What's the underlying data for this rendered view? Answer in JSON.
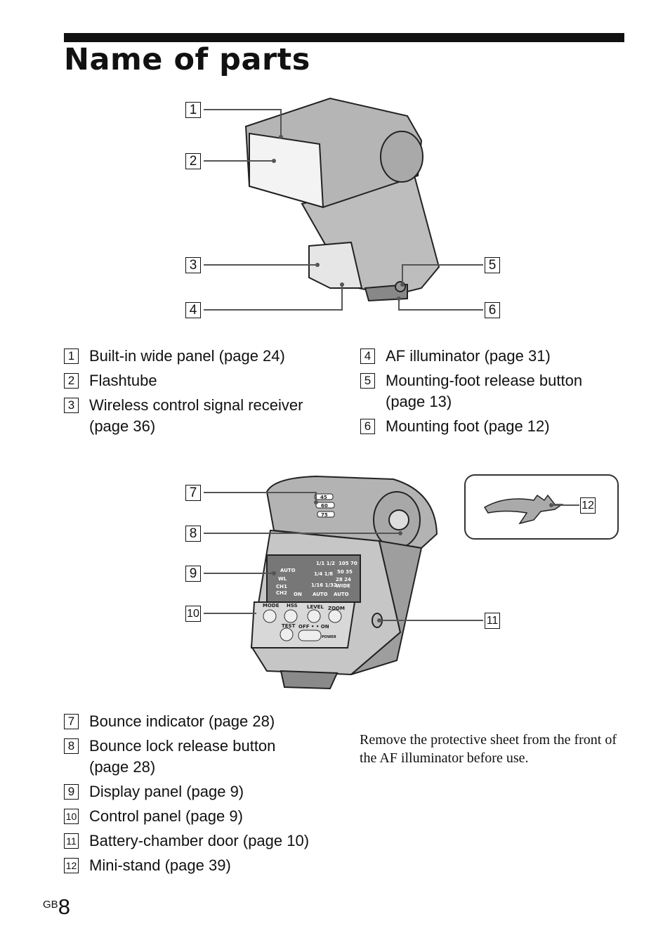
{
  "page": {
    "title": "Name of parts",
    "gb": "GB",
    "page_number": "8"
  },
  "figure1": {
    "callouts": [
      "1",
      "2",
      "3",
      "4",
      "5",
      "6"
    ]
  },
  "figure2": {
    "callouts": [
      "7",
      "8",
      "9",
      "10",
      "11",
      "12"
    ],
    "bounce_marks": [
      "45",
      "60",
      "75"
    ],
    "display_text": {
      "auto": "AUTO",
      "wl": "WL",
      "ch1": "CH1",
      "ch2": "CH2",
      "on": "ON",
      "auto2": "AUTO",
      "auto3": "AUTO",
      "r1": "1/1  1/2",
      "r2": "1/4  1/8",
      "r3": "1/16  1/32",
      "z1": "105  70",
      "z2": "50  35",
      "z3": "28  24",
      "wide": "WIDE"
    },
    "buttons": [
      "MODE",
      "HSS",
      "LEVEL",
      "ZOOM"
    ],
    "test": "TEST",
    "switch": "OFF • • ON",
    "power": "POWER"
  },
  "legend1_left": [
    {
      "num": "1",
      "text": "Built-in wide panel (page 24)"
    },
    {
      "num": "2",
      "text": "Flashtube"
    },
    {
      "num": "3",
      "text": "Wireless control signal receiver",
      "text2": "(page 36)"
    }
  ],
  "legend1_right": [
    {
      "num": "4",
      "text": "AF illuminator (page 31)"
    },
    {
      "num": "5",
      "text": "Mounting-foot release button",
      "text2": "(page 13)"
    },
    {
      "num": "6",
      "text": "Mounting foot (page 12)"
    }
  ],
  "legend2": [
    {
      "num": "7",
      "text": "Bounce indicator (page 28)"
    },
    {
      "num": "8",
      "text": "Bounce lock release button",
      "text2": "(page 28)"
    },
    {
      "num": "9",
      "text": "Display panel (page 9)"
    },
    {
      "num": "10",
      "text": "Control panel (page 9)"
    },
    {
      "num": "11",
      "text": "Battery-chamber door (page 10)"
    },
    {
      "num": "12",
      "text": "Mini-stand (page 39)"
    }
  ],
  "note": "Remove the protective sheet from the front of the AF illuminator before use."
}
